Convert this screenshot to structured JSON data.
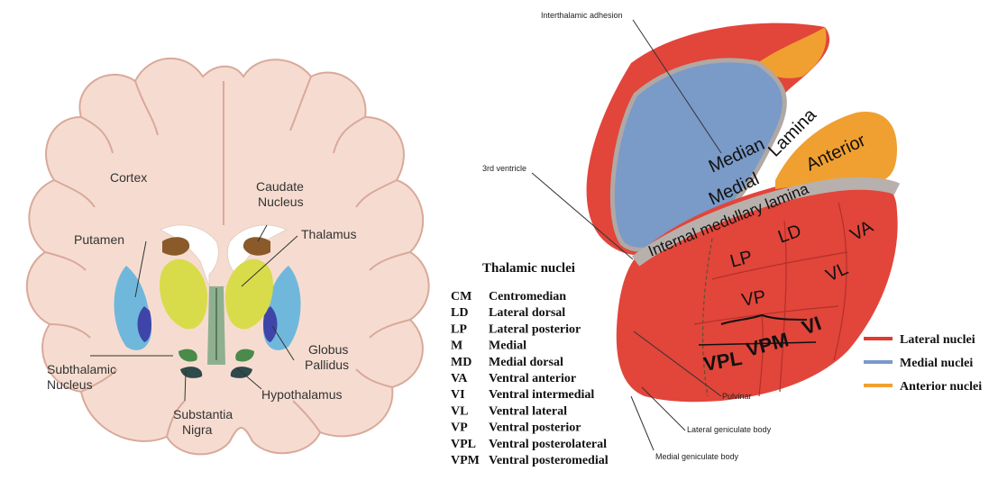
{
  "left_diagram": {
    "labels": {
      "cortex": "Cortex",
      "caudate_1": "Caudate",
      "caudate_2": "Nucleus",
      "putamen": "Putamen",
      "thalamus": "Thalamus",
      "globus_1": "Globus",
      "globus_2": "Pallidus",
      "subthalamic_1": "Subthalamic",
      "subthalamic_2": "Nucleus",
      "hypothalamus": "Hypothalamus",
      "substantia_1": "Substantia",
      "substantia_2": "Nigra"
    },
    "colors": {
      "brain": "#f6dcd0",
      "brain_outline": "#d9a99a",
      "thalamus": "#d8dc4a",
      "putamen": "#6fb8dc",
      "globus": "#3f45a8",
      "caudate": "#8a5a2a",
      "hypothalamus": "#6a9a6a"
    }
  },
  "right_diagram": {
    "title": "Thalamic nuclei",
    "labels": {
      "interthalamic": "Interthalamic adhesion",
      "ventricle": "3rd ventricle",
      "pulvinar": "Pulvinar",
      "lgb": "Lateral geniculate body",
      "mgb": "Medial geniculate body"
    },
    "nuclei": {
      "median": "Median",
      "medial": "Medial",
      "lamina": "Lamina",
      "anterior": "Anterior",
      "iml": "Internal medullary lamina",
      "lp": "LP",
      "ld": "LD",
      "va": "VA",
      "vl": "VL",
      "vp": "VP",
      "vpl": "VPL",
      "vpm": "VPM",
      "vi": "VI"
    },
    "abbreviations": [
      {
        "abbr": "CM",
        "name": "Centromedian"
      },
      {
        "abbr": "LD",
        "name": "Lateral dorsal"
      },
      {
        "abbr": "LP",
        "name": "Lateral posterior"
      },
      {
        "abbr": "M",
        "name": "Medial"
      },
      {
        "abbr": "MD",
        "name": "Medial dorsal"
      },
      {
        "abbr": "VA",
        "name": "Ventral anterior"
      },
      {
        "abbr": "VI",
        "name": "Ventral intermedial"
      },
      {
        "abbr": "VL",
        "name": "Ventral lateral"
      },
      {
        "abbr": "VP",
        "name": "Ventral posterior"
      },
      {
        "abbr": "VPL",
        "name": "Ventral posterolateral"
      },
      {
        "abbr": "VPM",
        "name": "Ventral posteromedial"
      }
    ],
    "legend": [
      {
        "label": "Lateral nuclei",
        "color": "#e03a2e"
      },
      {
        "label": "Medial nuclei",
        "color": "#7a9ac8"
      },
      {
        "label": "Anterior nuclei",
        "color": "#f0a030"
      }
    ]
  }
}
